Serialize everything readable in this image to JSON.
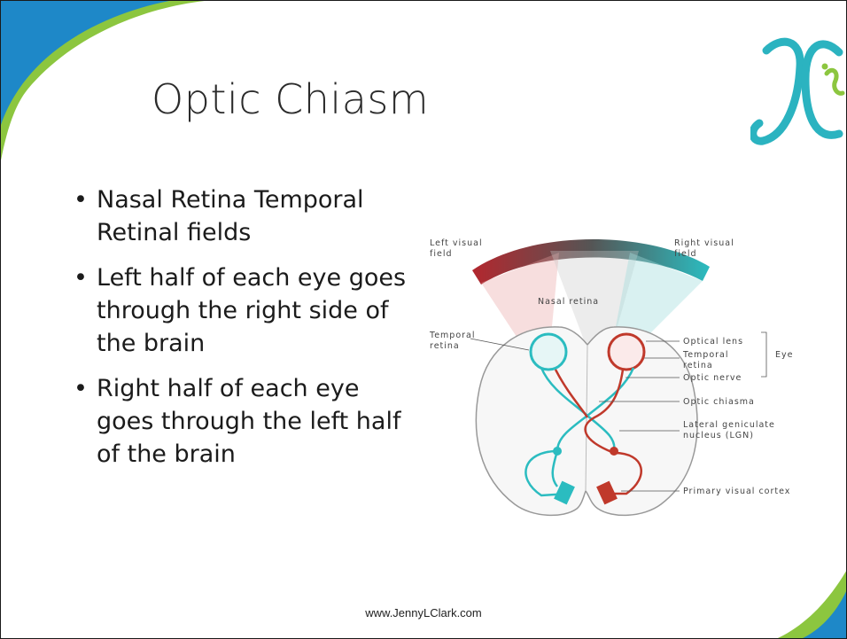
{
  "slide": {
    "title": "Optic Chiasm",
    "bullets": [
      "Nasal Retina Temporal Retinal fields",
      "Left half of each eye goes through the right side of the brain",
      "Right half of each eye goes through the left half of the brain"
    ],
    "footer": "www.JennyLClark.com",
    "colors": {
      "accent_blue": "#1e88c8",
      "accent_green": "#8cc63f",
      "teal": "#2bbcc0",
      "red": "#c0392b"
    },
    "icons": [
      "jc-logo-icon"
    ]
  },
  "diagram": {
    "labels": {
      "left_visual_field_1": "Left visual",
      "left_visual_field_2": "field",
      "right_visual_field_1": "Right visual",
      "right_visual_field_2": "field",
      "nasal_retina": "Nasal retina",
      "temporal_retina_left_1": "Temporal",
      "temporal_retina_left_2": "retina",
      "optical_lens": "Optical lens",
      "temporal_retina_right_1": "Temporal",
      "temporal_retina_right_2": "retina",
      "eye": "Eye",
      "optic_nerve": "Optic nerve",
      "optic_chiasma": "Optic chiasma",
      "lgn_1": "Lateral geniculate",
      "lgn_2": "nucleus (LGN)",
      "primary_visual_cortex": "Primary visual cortex"
    }
  }
}
